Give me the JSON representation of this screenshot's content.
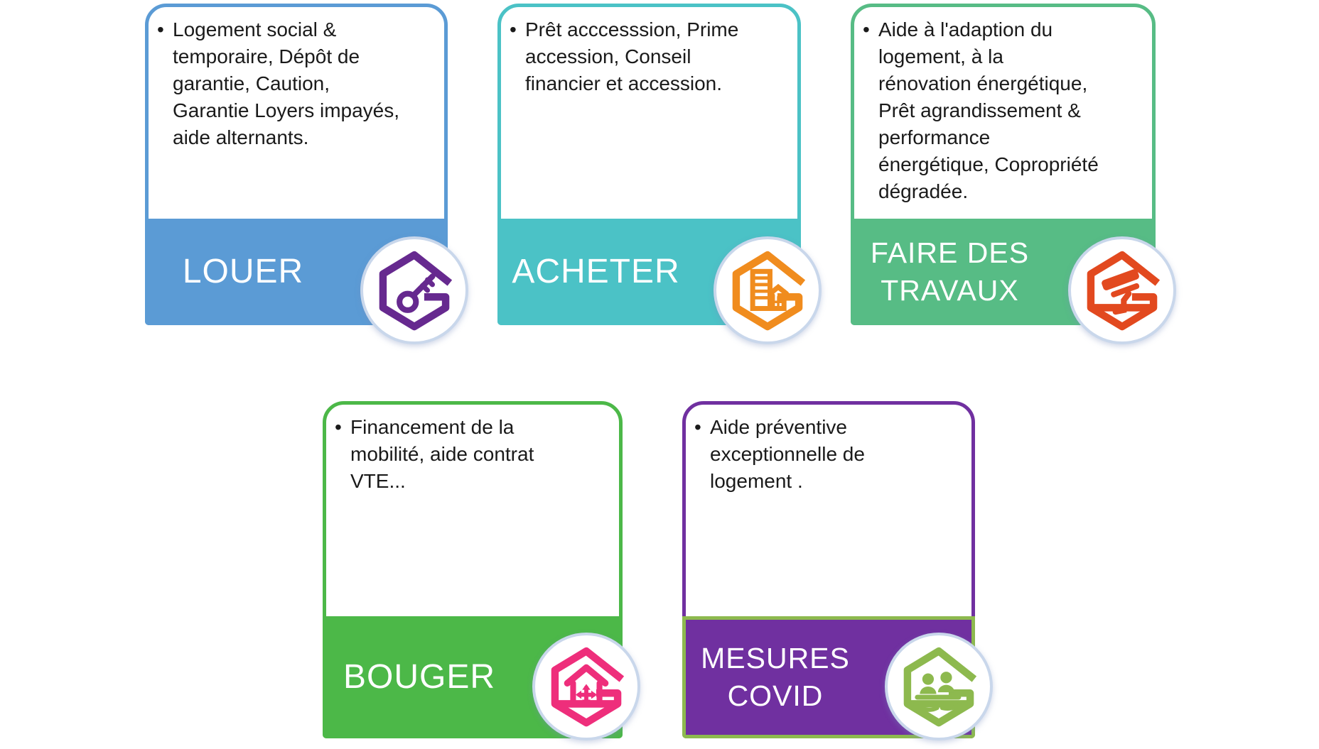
{
  "icon_badge": {
    "ring_color": "#C9D7EB",
    "bg": "#FFFFFF"
  },
  "cards": [
    {
      "id": "louer",
      "title": "LOUER",
      "bullet": "•",
      "description": "Logement social &\ntemporaire, Dépôt de\ngarantie, Caution,\nGarantie Loyers impayés,\naide alternants.",
      "accent": "#5B9BD5",
      "band_bg": "#5B9BD5",
      "band_text": "#FFFFFF",
      "icon": "key-hexagon-icon",
      "icon_color": "#66298F"
    },
    {
      "id": "acheter",
      "title": "ACHETER",
      "bullet": "•",
      "description": "Prêt acccesssion, Prime\naccession, Conseil\nfinancier et accession.",
      "accent": "#4BC2C6",
      "band_bg": "#4BC2C6",
      "band_text": "#FFFFFF",
      "icon": "building-hexagon-icon",
      "icon_color": "#F08C1E"
    },
    {
      "id": "travaux",
      "title": "FAIRE DES\nTRAVAUX",
      "bullet": "•",
      "description": "Aide à l'adaption du\nlogement, à la\nrénovation énergétique,\nPrêt agrandissement &\nperformance\nénergétique, Copropriété\ndégradée.",
      "accent": "#57BC85",
      "band_bg": "#57BC85",
      "band_text": "#FFFFFF",
      "icon": "paint-roller-hexagon-icon",
      "icon_color": "#E2491F"
    },
    {
      "id": "bouger",
      "title": "BOUGER",
      "bullet": "•",
      "description": "Financement de la\nmobilité, aide contrat\nVTE...",
      "accent": "#4CB848",
      "band_bg": "#4CB848",
      "band_text": "#FFFFFF",
      "icon": "moving-house-hexagon-icon",
      "icon_color": "#EE2E7B"
    },
    {
      "id": "covid",
      "title": "MESURES\nCOVID",
      "bullet": "•",
      "description": "Aide préventive\nexceptionnelle de\nlogement .",
      "accent": "#7030A0",
      "band_bg": "#7030A0",
      "band_border": "#8DB94E",
      "band_text": "#FFFFFF",
      "icon": "people-support-hexagon-icon",
      "icon_color": "#8DB94E"
    }
  ]
}
